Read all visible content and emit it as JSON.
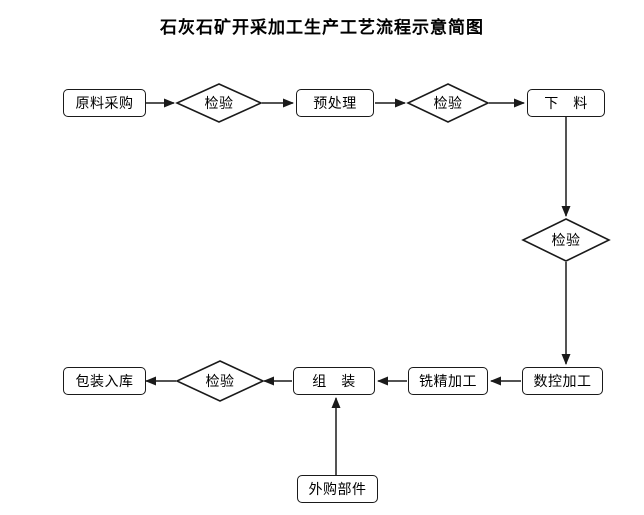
{
  "title": "石灰石矿开采加工生产工艺流程示意简图",
  "nodes": {
    "raw_material_purchase": {
      "label": "原料采购",
      "type": "process"
    },
    "inspection_1": {
      "label": "检验",
      "type": "decision"
    },
    "pretreatment": {
      "label": "预处理",
      "type": "process"
    },
    "inspection_2": {
      "label": "检验",
      "type": "decision"
    },
    "blanking": {
      "label": "下　料",
      "type": "process"
    },
    "inspection_3": {
      "label": "检验",
      "type": "decision"
    },
    "cnc_machining": {
      "label": "数控加工",
      "type": "process"
    },
    "fine_milling": {
      "label": "铣精加工",
      "type": "process"
    },
    "assembly": {
      "label": "组　装",
      "type": "process"
    },
    "inspection_4": {
      "label": "检验",
      "type": "decision"
    },
    "packaging_warehousing": {
      "label": "包装入库",
      "type": "process"
    },
    "purchased_parts": {
      "label": "外购部件",
      "type": "process"
    }
  },
  "edges": [
    {
      "from": "raw_material_purchase",
      "to": "inspection_1"
    },
    {
      "from": "inspection_1",
      "to": "pretreatment"
    },
    {
      "from": "pretreatment",
      "to": "inspection_2"
    },
    {
      "from": "inspection_2",
      "to": "blanking"
    },
    {
      "from": "blanking",
      "to": "inspection_3"
    },
    {
      "from": "inspection_3",
      "to": "cnc_machining"
    },
    {
      "from": "cnc_machining",
      "to": "fine_milling"
    },
    {
      "from": "fine_milling",
      "to": "assembly"
    },
    {
      "from": "purchased_parts",
      "to": "assembly"
    },
    {
      "from": "assembly",
      "to": "inspection_4"
    },
    {
      "from": "inspection_4",
      "to": "packaging_warehousing"
    }
  ],
  "colors": {
    "line": "#1a1a1a",
    "background": "#ffffff",
    "text": "#000000"
  }
}
